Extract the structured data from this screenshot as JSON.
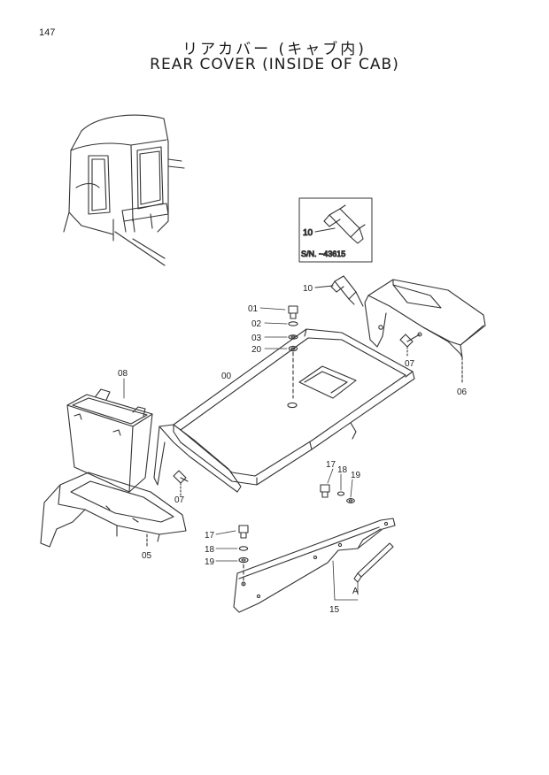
{
  "page_number": "147",
  "title": {
    "japanese": "リアカバー (キャブ内)",
    "english": "REAR COVER (INSIDE OF CAB)"
  },
  "inset": {
    "serial_note": "S/N. ~43615",
    "part_label": "10"
  },
  "callouts": {
    "c01": "01",
    "c02": "02",
    "c03": "03",
    "c20": "20",
    "c10": "10",
    "c07a": "07",
    "c06": "06",
    "c08": "08",
    "c00": "00",
    "c17a": "17",
    "c18a": "18",
    "c19a": "19",
    "c07b": "07",
    "c05": "05",
    "c17b": "17",
    "c18b": "18",
    "c19b": "19",
    "cA": "A",
    "c15": "15"
  }
}
